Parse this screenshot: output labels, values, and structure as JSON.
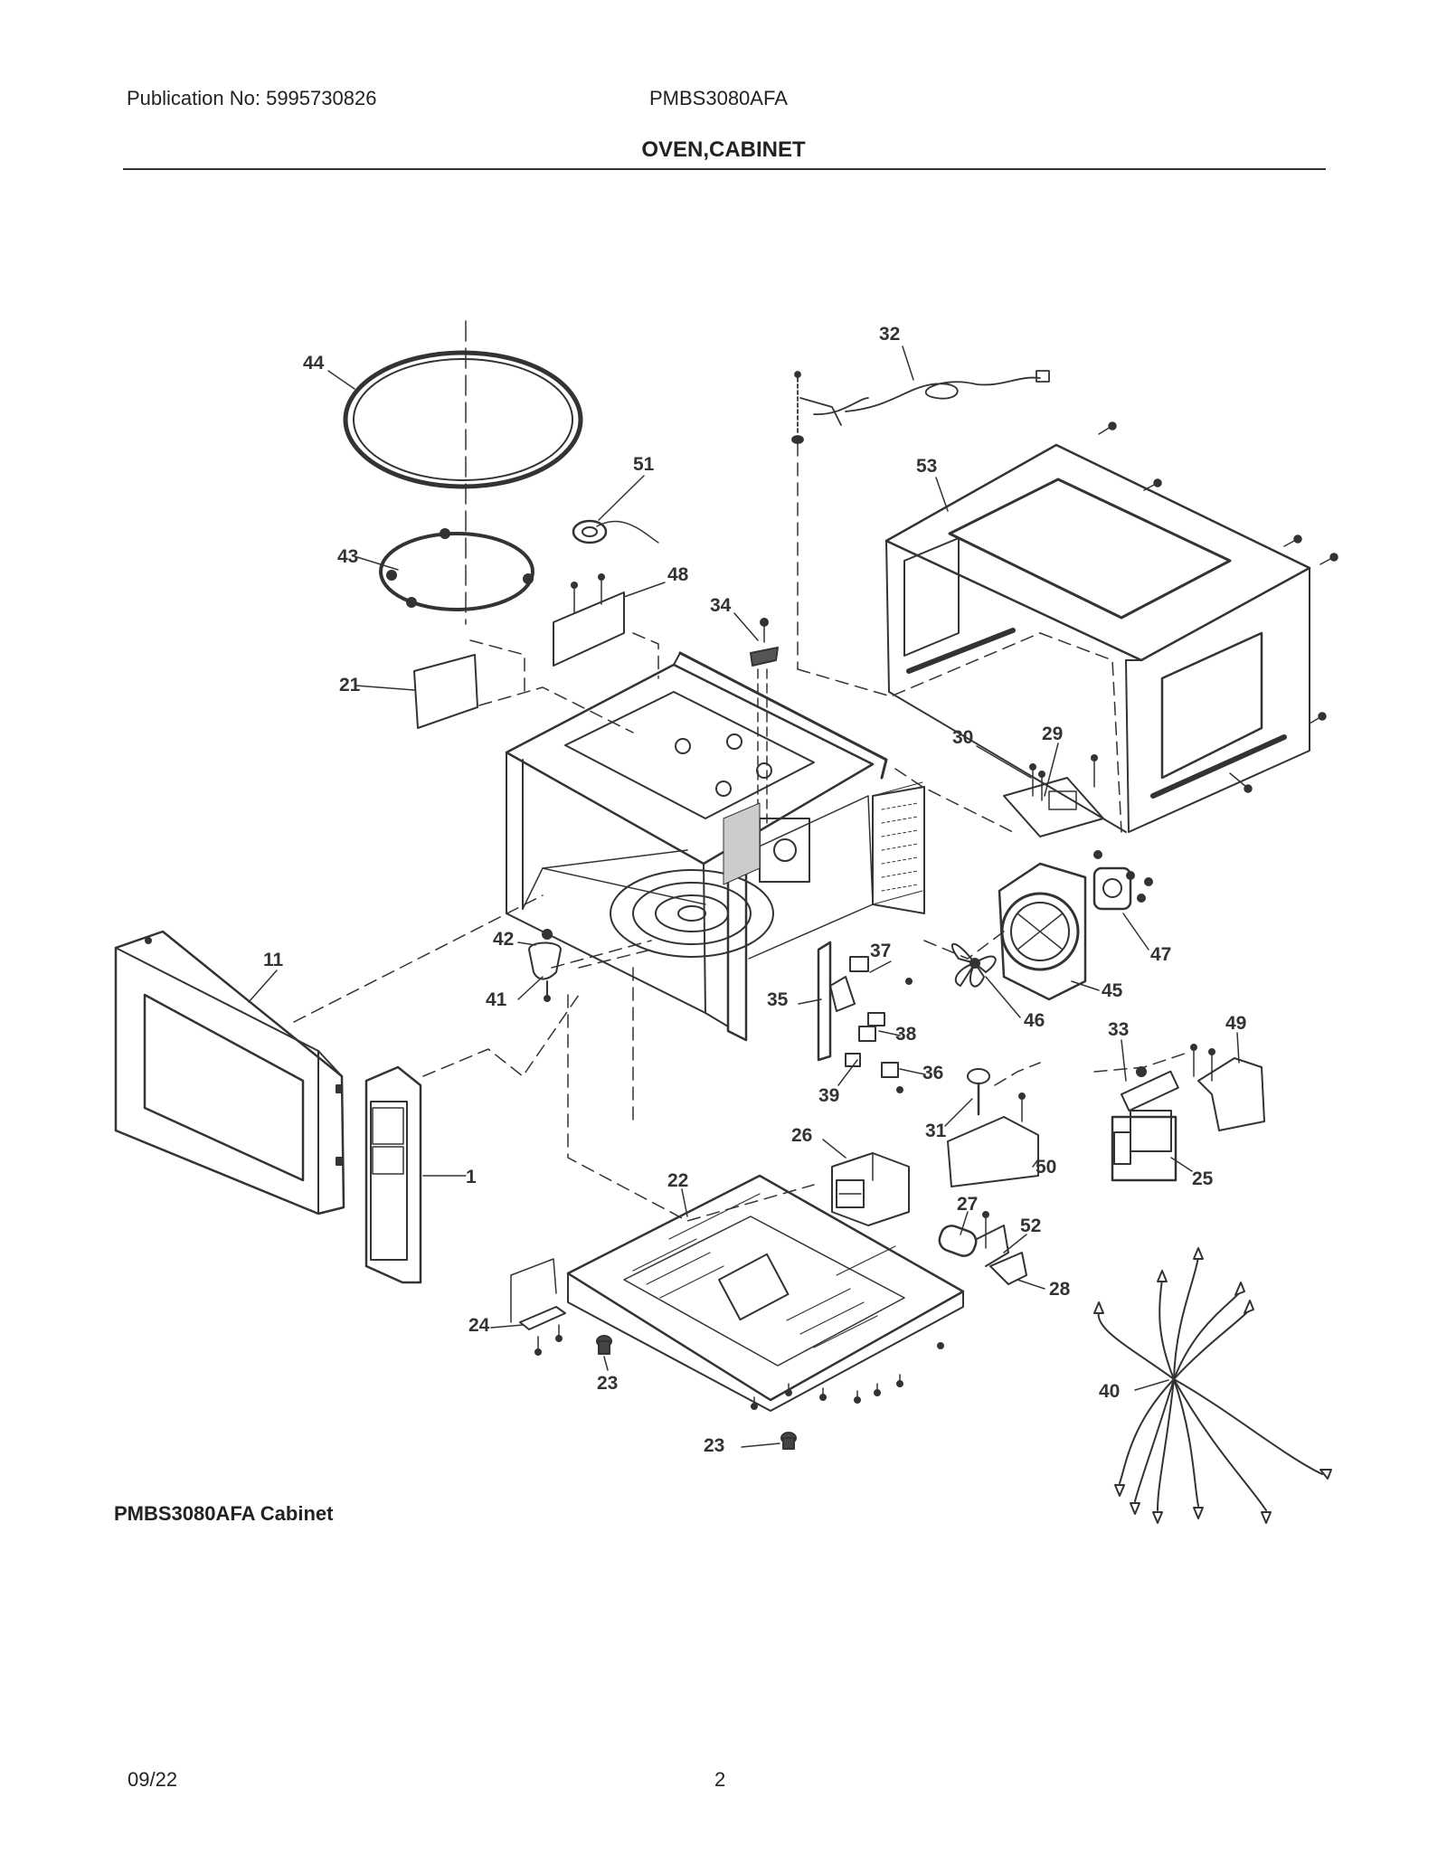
{
  "header": {
    "publication": "Publication No: 5995730826",
    "model": "PMBS3080AFA",
    "title": "OVEN,CABINET"
  },
  "diagram": {
    "part_labels": [
      "44",
      "32",
      "51",
      "53",
      "43",
      "48",
      "34",
      "21",
      "30",
      "29",
      "42",
      "37",
      "47",
      "11",
      "41",
      "35",
      "45",
      "46",
      "38",
      "36",
      "33",
      "49",
      "39",
      "31",
      "26",
      "1",
      "50",
      "25",
      "22",
      "27",
      "52",
      "28",
      "24",
      "23",
      "40",
      "23"
    ]
  },
  "caption": "PMBS3080AFA Cabinet",
  "footer": {
    "date": "09/22",
    "page": "2"
  }
}
